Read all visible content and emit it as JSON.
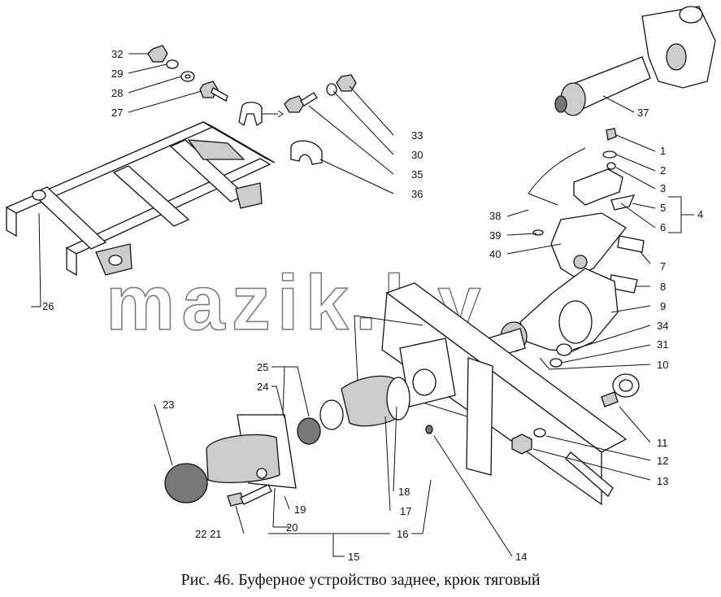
{
  "caption": "Рис. 46. Буферное устройство заднее, крюк тяговый",
  "watermark": "mazik.by",
  "labels": {
    "l1": "1",
    "l2": "2",
    "l3": "3",
    "l4": "4",
    "l5": "5",
    "l6": "6",
    "l7": "7",
    "l8": "8",
    "l9": "9",
    "l10": "10",
    "l11": "11",
    "l12": "12",
    "l13": "13",
    "l14": "14",
    "l15": "15",
    "l16": "16",
    "l17": "17",
    "l18": "18",
    "l19": "19",
    "l20": "20",
    "l2221": "22 21",
    "l23": "23",
    "l24": "24",
    "l25": "25",
    "l26": "26",
    "l27": "27",
    "l28": "28",
    "l29": "29",
    "l30": "30",
    "l31": "31",
    "l32": "32",
    "l33": "33",
    "l34": "34",
    "l35": "35",
    "l36": "36",
    "l37": "37",
    "l38": "38",
    "l39": "39",
    "l40": "40"
  }
}
